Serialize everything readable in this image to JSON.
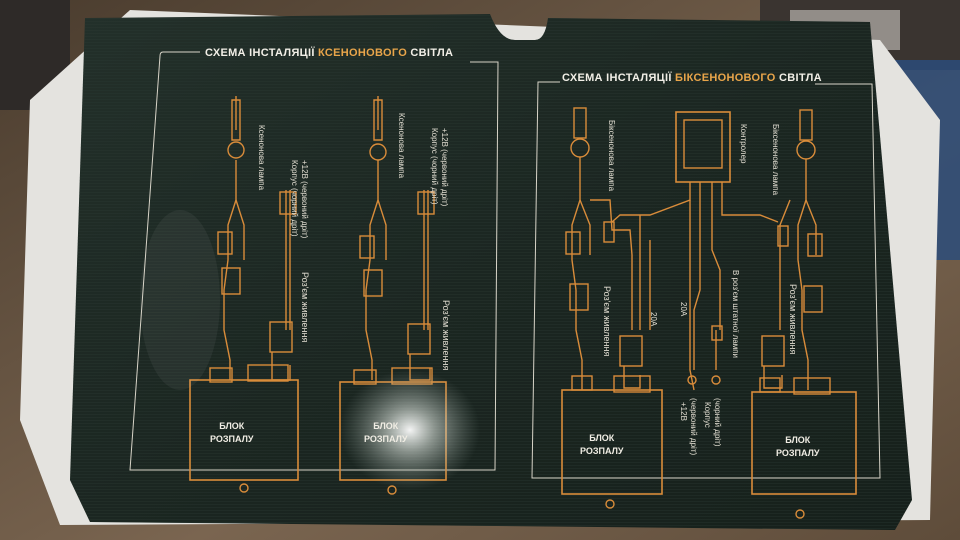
{
  "left_panel": {
    "header_prefix": "СХЕМА ІНСТАЛЯЦІЇ ",
    "header_accent": "КСЕНОНОВОГО",
    "header_suffix": " СВІТЛА",
    "lamp_label": "Ксенонова лампа",
    "wires_label_1": "Корпус (чорний дріт)",
    "wires_label_2": "+12В (червоний дріт)",
    "power_connector": "Роз'єм живлення",
    "block_line1": "БЛОК",
    "block_line2": "РОЗПАЛУ"
  },
  "right_panel": {
    "header_prefix": "СХЕМА ІНСТАЛЯЦІЇ ",
    "header_accent": "БІКСЕНОНОВОГО",
    "header_suffix": " СВІТЛА",
    "lamp_label": "Біксенонова лампа",
    "controller_label": "Контролер",
    "power_connector": "Роз'єм живлення",
    "fuse_1": "20А",
    "fuse_2": "20А",
    "stock_lamp_connector": "В роз'єм штатної лампи",
    "plus12_label": "+12В",
    "plus12_note": "(червоний дріт)",
    "ground_label": "Корпус",
    "ground_note": "(чорний дріт)",
    "block_line1": "БЛОК",
    "block_line2": "РОЗПАЛУ"
  },
  "colors": {
    "box_dark": "#1e2a24",
    "wire_orange": "#d98c3a",
    "line_white": "#d8d4c8",
    "table_wood": "#6b5a45"
  }
}
